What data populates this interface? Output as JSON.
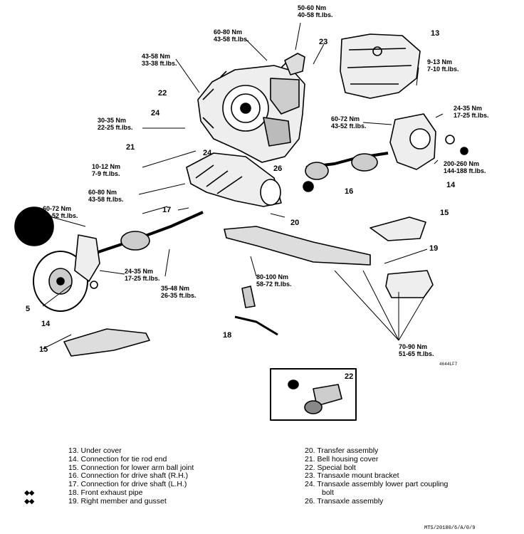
{
  "torques": {
    "t1": {
      "nm": "50-60 Nm",
      "ftlb": "40-58 ft.lbs."
    },
    "t2": {
      "nm": "60-80 Nm",
      "ftlb": "43-58 ft.lbs."
    },
    "t3": {
      "nm": "43-58 Nm",
      "ftlb": "33-38 ft.lbs."
    },
    "t4": {
      "nm": "9-13 Nm",
      "ftlb": "7-10 ft.lbs."
    },
    "t5": {
      "nm": "24-35 Nm",
      "ftlb": "17-25 ft.lbs."
    },
    "t6": {
      "nm": "30-35 Nm",
      "ftlb": "22-25 ft.lbs."
    },
    "t7": {
      "nm": "60-72 Nm",
      "ftlb": "43-52 ft.lbs."
    },
    "t8": {
      "nm": "200-260 Nm",
      "ftlb": "144-188 ft.lbs."
    },
    "t9": {
      "nm": "10-12 Nm",
      "ftlb": "7-9 ft.lbs."
    },
    "t10": {
      "nm": "60-80 Nm",
      "ftlb": "43-58 ft.lbs."
    },
    "t11": {
      "nm": "60-72 Nm",
      "ftlb": "43-52 ft.lbs."
    },
    "t12": {
      "nm": "24-35 Nm",
      "ftlb": "17-25 ft.lbs."
    },
    "t13": {
      "nm": "35-48 Nm",
      "ftlb": "26-35 ft.lbs."
    },
    "t14": {
      "nm": "80-100 Nm",
      "ftlb": "58-72 ft.lbs."
    },
    "t15": {
      "nm": "70-90 Nm",
      "ftlb": "51-65 ft.lbs."
    }
  },
  "callouts": {
    "c13": "13",
    "c23": "23",
    "c22a": "22",
    "c24": "24",
    "c21": "21",
    "c24b": "24",
    "c26": "26",
    "c16a": "16",
    "c14a": "14",
    "c15a": "15",
    "c20": "20",
    "c17": "17",
    "c5": "5",
    "c14b": "14",
    "c15b": "15",
    "c19": "19",
    "c18": "18",
    "c22b": "22"
  },
  "figure_code": "4644LF7",
  "legend_left": [
    {
      "mark": "",
      "text": "13. Under cover"
    },
    {
      "mark": "",
      "text": "14. Connection for tie rod end"
    },
    {
      "mark": "",
      "text": "15. Connection for lower arm ball joint"
    },
    {
      "mark": "",
      "text": "16. Connection for drive shaft (R.H.)"
    },
    {
      "mark": "",
      "text": "17. Connection for drive shaft (L.H.)"
    },
    {
      "mark": "◆◆",
      "text": "18. Front exhaust pipe"
    },
    {
      "mark": "◆◆",
      "text": "19. Right member and gusset"
    }
  ],
  "legend_right": [
    {
      "text": "20. Transfer assembly"
    },
    {
      "text": "21. Bell housing cover"
    },
    {
      "text": "22. Special bolt"
    },
    {
      "text": "23. Transaxle mount bracket"
    },
    {
      "text": "24. Transaxle assembly lower part coupling"
    },
    {
      "text": "bolt"
    },
    {
      "text": "26. Transaxle assembly"
    }
  ],
  "footer_code": "MTS/20100/6/A/0/9"
}
